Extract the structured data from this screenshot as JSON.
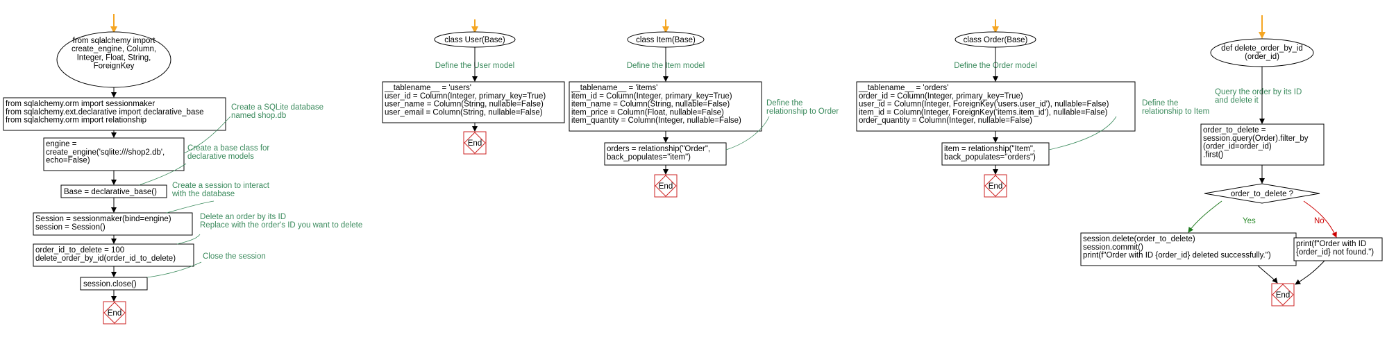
{
  "colors": {
    "start_marker": "#f5a623",
    "note_text": "#3a8a5c",
    "end_box": "#cc2222",
    "yes_edge": "#1f7a1f",
    "no_edge": "#cc0000"
  },
  "main": {
    "start": [
      "from sqlalchemy import",
      "create_engine, Column,",
      "Integer, Float, String,",
      "ForeignKey"
    ],
    "imports": [
      "from sqlalchemy.orm import sessionmaker",
      "from sqlalchemy.ext.declarative import declarative_base",
      "from sqlalchemy.orm import relationship"
    ],
    "engine": [
      "engine =",
      "create_engine('sqlite:///shop2.db',",
      "echo=False)"
    ],
    "base": [
      "Base = declarative_base()"
    ],
    "session": [
      "Session = sessionmaker(bind=engine)",
      "session = Session()"
    ],
    "delete": [
      "order_id_to_delete = 100",
      "delete_order_by_id(order_id_to_delete)"
    ],
    "close": [
      "session.close()"
    ],
    "notes": {
      "engine": [
        "Create a SQLite database",
        "named shop.db"
      ],
      "base": [
        "Create a base class for",
        "declarative models"
      ],
      "session": [
        "Create a session to interact",
        "with the database"
      ],
      "delete": [
        "Delete an order by its ID",
        "Replace with the order's ID you want to delete"
      ],
      "close": [
        "Close the session"
      ]
    },
    "end_label": "End"
  },
  "user": {
    "start": [
      "class User(Base)"
    ],
    "note": [
      "Define the User model"
    ],
    "body": [
      "__tablename__ = 'users'",
      "user_id = Column(Integer, primary_key=True)",
      "user_name = Column(String, nullable=False)",
      "user_email = Column(String, nullable=False)"
    ],
    "end_label": "End"
  },
  "item": {
    "start": [
      "class Item(Base)"
    ],
    "note": [
      "Define the Item model"
    ],
    "body": [
      "__tablename__ = 'items'",
      "item_id = Column(Integer, primary_key=True)",
      "item_name = Column(String, nullable=False)",
      "item_price = Column(Float, nullable=False)",
      "item_quantity = Column(Integer, nullable=False)"
    ],
    "rel": [
      "orders = relationship(\"Order\",",
      "back_populates=\"item\")"
    ],
    "rel_note": [
      "Define the",
      "relationship to Order"
    ],
    "end_label": "End"
  },
  "order": {
    "start": [
      "class Order(Base)"
    ],
    "note": [
      "Define the Order model"
    ],
    "body": [
      "__tablename__ = 'orders'",
      "order_id = Column(Integer, primary_key=True)",
      "user_id = Column(Integer, ForeignKey('users.user_id'), nullable=False)",
      "item_id = Column(Integer, ForeignKey('items.item_id'), nullable=False)",
      "order_quantity = Column(Integer, nullable=False)"
    ],
    "rel": [
      "item = relationship(\"Item\",",
      "back_populates=\"orders\")"
    ],
    "rel_note": [
      "Define the",
      "relationship to Item"
    ],
    "end_label": "End"
  },
  "fn": {
    "start": [
      "def delete_order_by_id",
      "(order_id)"
    ],
    "note": [
      "Query the order by its ID",
      "and delete it"
    ],
    "query": [
      "order_to_delete =",
      "session.query(Order).filter_by",
      "(order_id=order_id)",
      ".first()"
    ],
    "decision": [
      "order_to_delete ?"
    ],
    "yes_label": "Yes",
    "no_label": "No",
    "yes_box": [
      "session.delete(order_to_delete)",
      "session.commit()",
      "print(f\"Order with ID {order_id} deleted successfully.\")"
    ],
    "no_box": [
      "print(f\"Order with ID",
      "{order_id} not found.\")"
    ],
    "end_label": "End"
  }
}
